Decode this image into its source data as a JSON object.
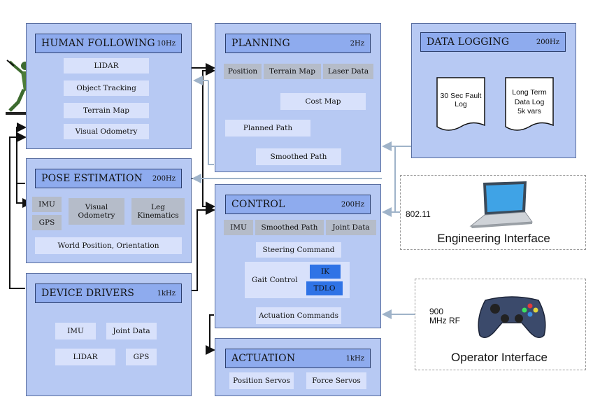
{
  "human_following": {
    "title": "HUMAN FOLLOWING",
    "rate": "10Hz",
    "items": [
      "LIDAR",
      "Object Tracking",
      "Terrain Map",
      "Visual Odometry"
    ]
  },
  "pose_estimation": {
    "title": "POSE ESTIMATION",
    "rate": "200Hz",
    "imu": "IMU",
    "gps": "GPS",
    "visual_odometry": "Visual Odometry",
    "leg_kinematics": "Leg Kinematics",
    "world_position": "World Position, Orientation"
  },
  "device_drivers": {
    "title": "DEVICE DRIVERS",
    "rate": "1kHz",
    "imu": "IMU",
    "joint_data": "Joint Data",
    "lidar": "LIDAR",
    "gps": "GPS"
  },
  "planning": {
    "title": "PLANNING",
    "rate": "2Hz",
    "position": "Position",
    "terrain_map": "Terrain Map",
    "laser_data": "Laser Data",
    "cost_map": "Cost Map",
    "planned_path": "Planned Path",
    "smoothed_path": "Smoothed Path"
  },
  "control": {
    "title": "CONTROL",
    "rate": "200Hz",
    "imu": "IMU",
    "smoothed_path": "Smoothed Path",
    "joint_data": "Joint Data",
    "steering_command": "Steering Command",
    "gait_control": "Gait Control",
    "ik": "IK",
    "tdlo": "TDLO",
    "actuation_commands": "Actuation Commands"
  },
  "actuation": {
    "title": "ACTUATION",
    "rate": "1kHz",
    "position_servos": "Position Servos",
    "force_servos": "Force Servos"
  },
  "data_logging": {
    "title": "DATA LOGGING",
    "rate": "200Hz",
    "fault_log": "30 Sec Fault Log",
    "long_term_line1": "Long Term",
    "long_term_line2": "Data Log",
    "long_term_line3": "5k vars"
  },
  "engineering_interface": {
    "link": "802.11",
    "label": "Engineering Interface"
  },
  "operator_interface": {
    "link_line1": "900",
    "link_line2": "MHz RF",
    "label": "Operator  Interface"
  }
}
